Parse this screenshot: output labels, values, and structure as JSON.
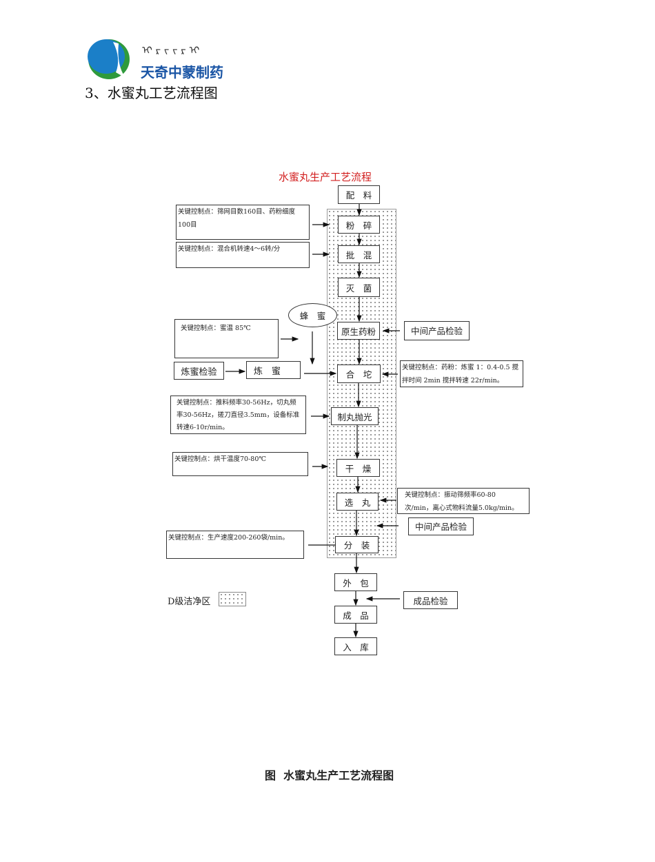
{
  "logo": {
    "company_name": "天奇中蒙制药",
    "mongolian_script": "ᠲᠡᠨ ᠴᠢ"
  },
  "section_heading": "3、水蜜丸工艺流程图",
  "diagram": {
    "title": "水蜜丸生产工艺流程",
    "title_color": "#d21f1f",
    "steps": [
      "配　料",
      "粉　碎",
      "批　混",
      "灭　菌",
      "原生药粉",
      "合　坨",
      "制丸抛光",
      "干　燥",
      "选　丸",
      "分　装",
      "外　包",
      "成　品",
      "入　库"
    ],
    "honey": "蜂　蜜",
    "honey_refining": "炼　蜜",
    "honey_refining_check": "炼蜜检验",
    "control_points": {
      "crushing": "关键控制点：筛网目数160目、药粉细度100目",
      "mixing": "关键控制点：混合机转速4～6转/分",
      "honey_temp": "关键控制点：蜜温 85℃",
      "dough": "关键控制点：药粉：炼蜜 1：0.4-0.5 搅拌时间 2min 搅拌转速 22r/min。",
      "pill_making": "关键控制点：推料频率30-56Hz，切丸频率30-56Hz，搓刀直径3.5mm，设备标准转速6-10r/min。",
      "drying": "关键控制点：烘干温度70-80℃",
      "selection": "关键控制点：振动筛频率60-80次/min，离心式物料流量5.0kg/min。",
      "packing": "关键控制点：生产速度200-260袋/min。"
    },
    "inspections": {
      "intermediate_1": "中间产品检验",
      "intermediate_2": "中间产品检验",
      "finished": "成品检验"
    },
    "legend": "D级洁净区"
  },
  "caption": "图  水蜜丸生产工艺流程图"
}
